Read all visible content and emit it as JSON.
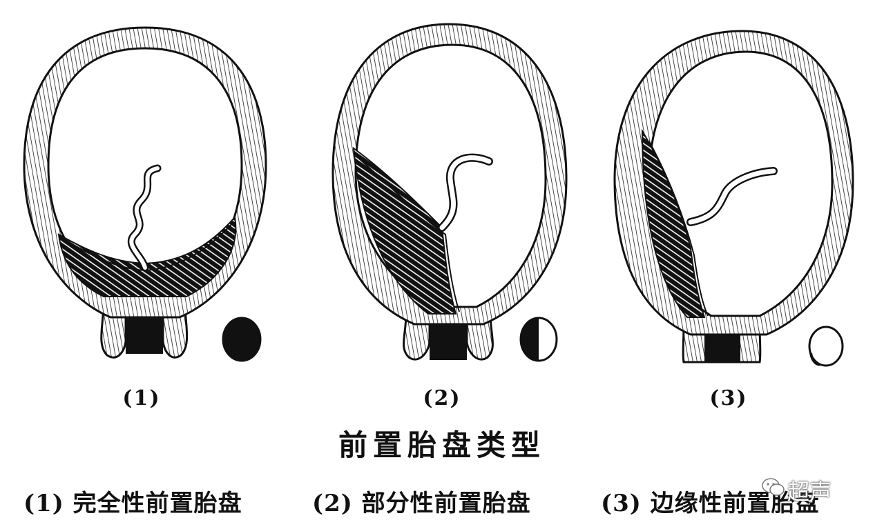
{
  "figure": {
    "title": "前置胎盘类型",
    "panels": [
      {
        "number": "(1)",
        "caption": "(1) 完全性前置胎盘",
        "os_coverage": 1.0
      },
      {
        "number": "(2)",
        "caption": "(2) 部分性前置胎盘",
        "os_coverage": 0.5
      },
      {
        "number": "(3)",
        "caption": "(3) 边缘性前置胎盘",
        "os_coverage": 0.0
      }
    ]
  },
  "watermark": {
    "text": "超声",
    "icon": "wechat-icon"
  },
  "colors": {
    "ink": "#111111",
    "paper": "#ffffff"
  }
}
